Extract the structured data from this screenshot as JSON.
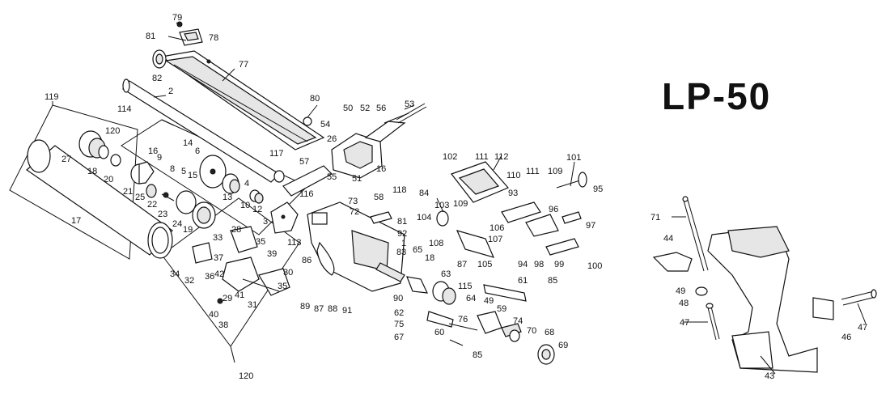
{
  "title": "LP-50",
  "callouts": [
    "79",
    "78",
    "81",
    "82",
    "77",
    "2",
    "119",
    "114",
    "120",
    "16",
    "9",
    "8",
    "14",
    "6",
    "5",
    "15",
    "80",
    "50",
    "52",
    "56",
    "53",
    "54",
    "26",
    "57",
    "55",
    "16",
    "117",
    "116",
    "51",
    "27",
    "18",
    "20",
    "21",
    "25",
    "22",
    "23",
    "13",
    "4",
    "10",
    "12",
    "17",
    "24",
    "19",
    "113",
    "3",
    "28",
    "33",
    "35",
    "37",
    "39",
    "36",
    "34",
    "32",
    "42",
    "29",
    "41",
    "40",
    "38",
    "30",
    "31",
    "35",
    "86",
    "89",
    "87",
    "88",
    "91",
    "90",
    "83",
    "65",
    "18",
    "63",
    "62",
    "75",
    "67",
    "60",
    "59",
    "76",
    "74",
    "70",
    "68",
    "69",
    "85",
    "64",
    "115",
    "49",
    "61",
    "85",
    "102",
    "111",
    "112",
    "110",
    "111",
    "109",
    "101",
    "95",
    "93",
    "118",
    "84",
    "58",
    "81",
    "92",
    "73",
    "72",
    "1",
    "103",
    "109",
    "104",
    "106",
    "107",
    "108",
    "87",
    "105",
    "96",
    "97",
    "94",
    "98",
    "99",
    "100",
    "71",
    "44",
    "49",
    "48",
    "47",
    "46",
    "47",
    "43",
    "120"
  ]
}
